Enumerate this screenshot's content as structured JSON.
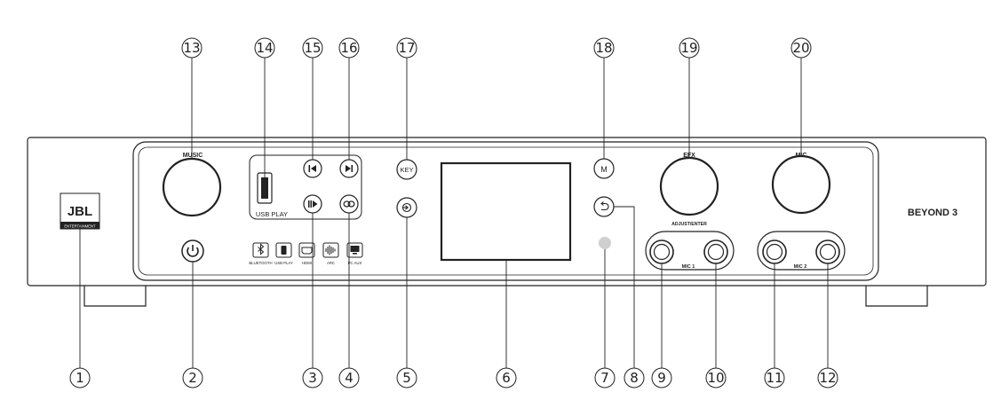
{
  "brand": {
    "logo_text": "JBL",
    "logo_subtext": "ENTERTAINMENT",
    "model": "BEYOND 3"
  },
  "front_labels": {
    "music": "MUSIC",
    "usb_play": "USB PLAY",
    "key": "KEY",
    "m": "M",
    "efx": "EFX",
    "mic": "MIC",
    "adjust_enter": "ADJUST/ENTER",
    "mic1": "MIC 1",
    "mic2": "MIC 2"
  },
  "source_icons": [
    {
      "icon": "bluetooth-icon",
      "label": "BLUETOOTH"
    },
    {
      "icon": "usb-play-icon",
      "label": "USB PLAY"
    },
    {
      "icon": "hdmi-icon",
      "label": "HDMI"
    },
    {
      "icon": "arc-icon",
      "label": "ARC"
    },
    {
      "icon": "pc-aux-icon",
      "label": "PC AUX"
    }
  ],
  "callouts": {
    "top": [
      "13",
      "14",
      "15",
      "16",
      "17",
      "18",
      "19",
      "20"
    ],
    "bottom": [
      "1",
      "2",
      "3",
      "4",
      "5",
      "6",
      "7",
      "8",
      "9",
      "10",
      "11",
      "12"
    ]
  }
}
